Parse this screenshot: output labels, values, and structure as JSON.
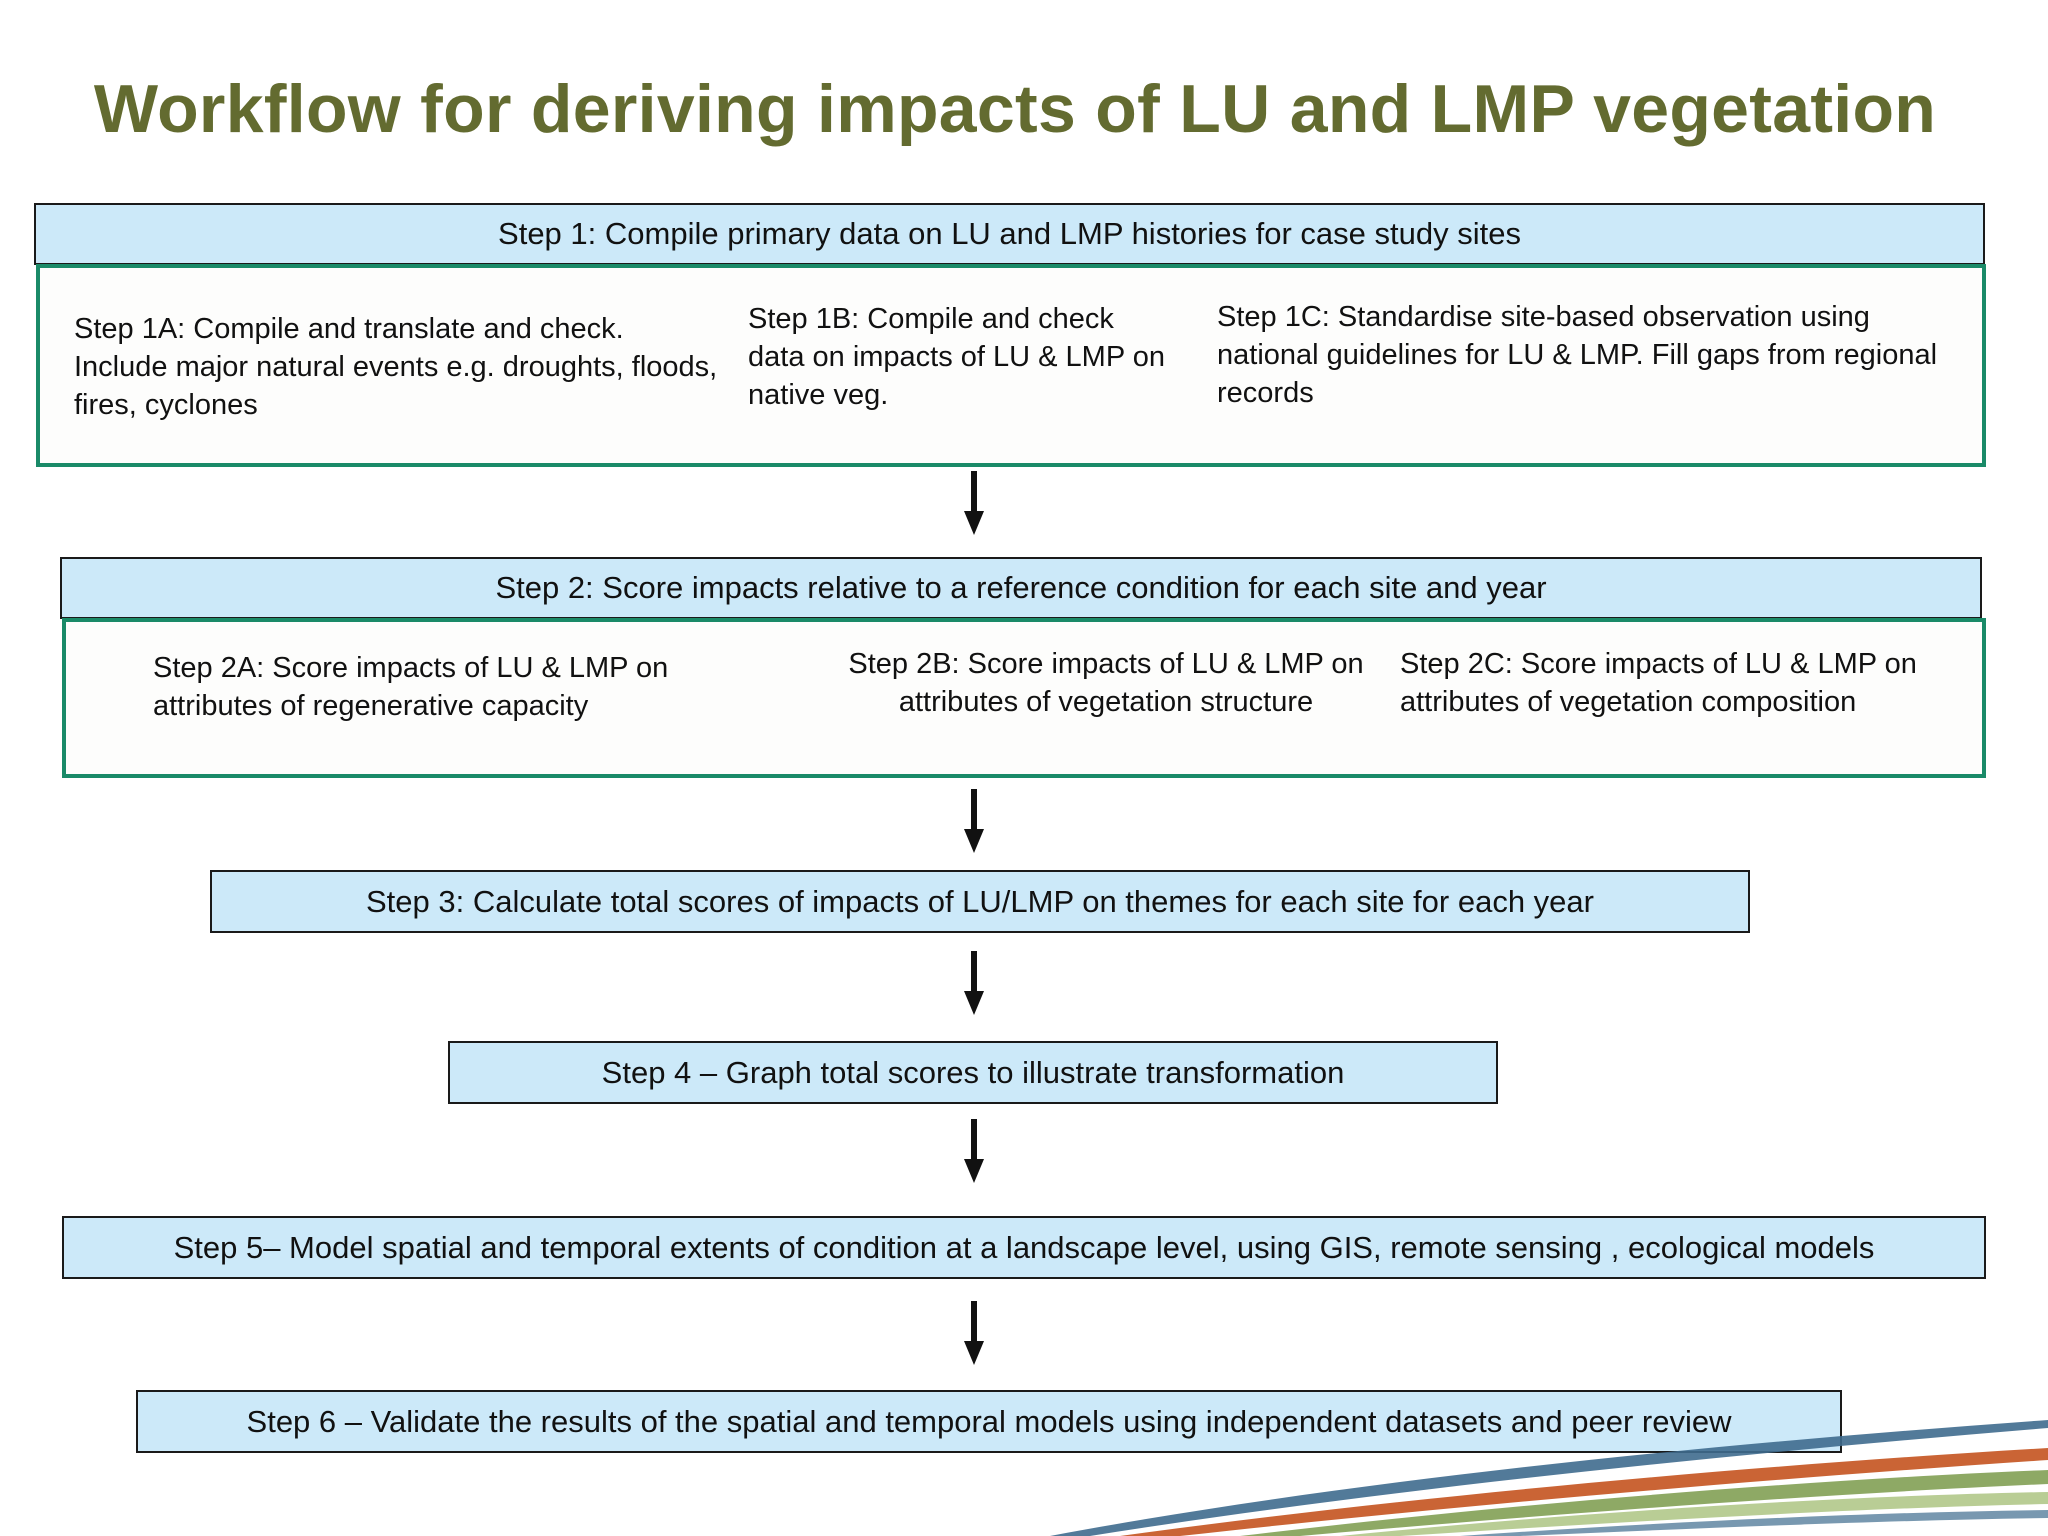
{
  "title": "Workflow for deriving impacts of LU and LMP vegetation",
  "colors": {
    "title": "#636b30",
    "step_header_fill": "#cce9f9",
    "sub_box_border": "#1a8a68",
    "arrow": "#111111"
  },
  "step1": {
    "header": "Step 1:  Compile primary data on LU and LMP histories for case study sites",
    "a": "Step 1A:  Compile and translate and check. Include major natural events e.g. droughts, floods, fires, cyclones",
    "b": "Step 1B:  Compile and check data on impacts of LU & LMP on native veg.",
    "c": "Step 1C: Standardise site-based  observation using national guidelines for LU & LMP. Fill gaps from regional records"
  },
  "step2": {
    "header": "Step 2: Score impacts relative to a reference condition for each site  and year",
    "a": "Step 2A: Score impacts of LU & LMP on attributes of regenerative capacity",
    "b": "Step 2B: Score impacts of LU & LMP on attributes of vegetation structure",
    "c": "Step 2C: Score impacts of LU & LMP on attributes of vegetation composition"
  },
  "step3": "Step 3: Calculate total scores of impacts of LU/LMP on themes for each site for each year",
  "step4": "Step 4 – Graph total scores to illustrate transformation",
  "step5": "Step  5– Model spatial and temporal extents of condition at a landscape level, using GIS, remote sensing , ecological models",
  "step6": "Step  6 – Validate the results of the spatial and temporal models using independent datasets and peer review"
}
